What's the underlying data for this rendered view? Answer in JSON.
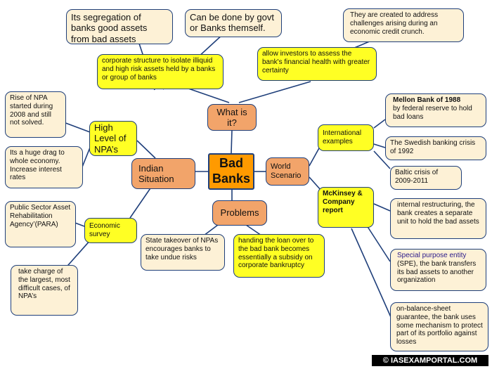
{
  "center": {
    "title_line1": "Bad",
    "title_line2": "Banks"
  },
  "branches": {
    "what_is_it": "What is it?",
    "indian_situation_line1": "Indian",
    "indian_situation_line2": "Situation",
    "problems": "Problems",
    "world_scenario_line1": "World",
    "world_scenario_line2": "Scenario"
  },
  "what_is_it_notes": {
    "segregation": "Its segregation of banks good assets from bad assets",
    "govt": "Can be done by govt or Banks themself.",
    "address": "They are created to address challenges arising during an economic credit crunch.",
    "corporate": "corporate structure to isolate illiquid and high risk assets held by a banks or group of banks",
    "investors": "allow investors to assess the bank's financial health with greater certainty"
  },
  "indian": {
    "npa_heading": "High Level of NPA’s",
    "npa_rise": "Rise of NPA started during 2008 and still not solved.",
    "npa_drag": "Its a huge drag to whole economy. Increase interest rates",
    "survey_heading": "Economic survey",
    "para": "Public Sector Asset Rehabilitation Agency’(PARA)",
    "charge": "take charge of the largest, most difficult cases, of NPA’s"
  },
  "problems_notes": {
    "takeover": "State takeover of NPAs encourages banks to take undue risks",
    "handing": "handing the loan over to the bad bank becomes essentially a subsidy on corporate bankruptcy"
  },
  "world": {
    "intl_heading": "International examples",
    "mellon_title": "Mellon Bank of 1988",
    "mellon_text": "by federal reserve to hold bad loans",
    "swedish": "The Swedish banking crisis of 1992",
    "baltic": "Baltic crisis of 2009-2011",
    "mckinsey_heading": "McKinsey & Company report",
    "internal": "internal restructuring, the bank creates a separate unit to hold the bad assets",
    "spe_title": "Special purpose entity",
    "spe_text": "(SPE), the bank transfers its bad assets to another organization",
    "onbalance": "on-balance-sheet guarantee, the bank uses some mechanism  to protect part of its portfolio against losses"
  },
  "copyright": "© IASEXAMPORTAL.COM",
  "colors": {
    "line": "#1f3f7a",
    "center": "#ff9a00",
    "branch": "#f2a46a",
    "heading": "#ffff24",
    "note": "#fdf1d6"
  }
}
